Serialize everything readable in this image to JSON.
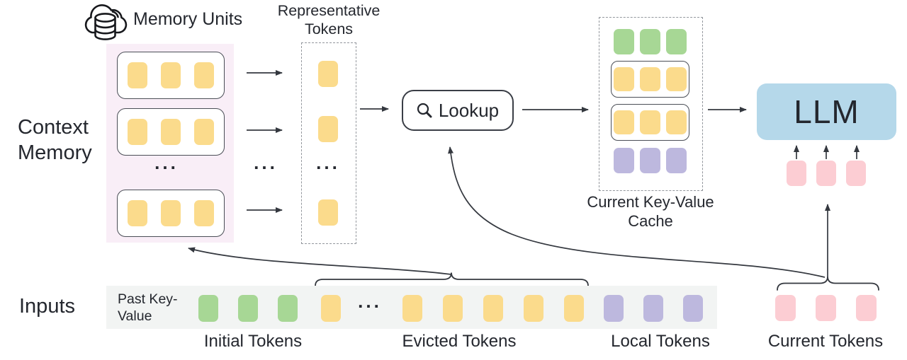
{
  "palette": {
    "token_yellow": "#FBDB8C",
    "token_green": "#A7D795",
    "token_purple": "#BDB8DE",
    "token_pink": "#FCCDD3",
    "llm_blue": "#B5D8EA",
    "memory_bg": "#F9EEF7",
    "strip_bg": "#F2F4F3",
    "line": "#34383F",
    "text": "#24272E"
  },
  "labels": {
    "memory_units": "Memory Units",
    "representative_tokens": "Representative Tokens",
    "context_memory": "Context Memory",
    "lookup": "Lookup",
    "current_kv_cache": "Current Key-Value Cache",
    "llm": "LLM",
    "inputs": "Inputs",
    "past_key_value": "Past Key-Value",
    "initial_tokens": "Initial Tokens",
    "evicted_tokens": "Evicted Tokens",
    "local_tokens": "Local Tokens",
    "current_tokens": "Current Tokens",
    "ellipsis": "..."
  },
  "icons": {
    "cloud_database": "cloud-with-database-cylinder",
    "magnifier": "magnifying-glass"
  },
  "tokens": {
    "memory_units": [
      [
        "yellow",
        "yellow",
        "yellow"
      ],
      [
        "yellow",
        "yellow",
        "yellow"
      ],
      [
        "yellow",
        "yellow",
        "yellow"
      ]
    ],
    "representative_top": [
      "yellow",
      "yellow"
    ],
    "representative_bottom": [
      "yellow"
    ],
    "cache_rows": [
      {
        "boxed": false,
        "tokens": [
          "green",
          "green",
          "green"
        ]
      },
      {
        "boxed": true,
        "tokens": [
          "yellow",
          "yellow",
          "yellow"
        ]
      },
      {
        "boxed": true,
        "tokens": [
          "yellow",
          "yellow",
          "yellow"
        ]
      },
      {
        "boxed": false,
        "tokens": [
          "purple",
          "purple",
          "purple"
        ]
      }
    ],
    "llm_inputs": [
      "pink",
      "pink",
      "pink"
    ],
    "strip_initial": [
      "green",
      "green",
      "green"
    ],
    "strip_evicted_before_ellipsis": [
      "yellow"
    ],
    "strip_evicted_after_ellipsis": [
      "yellow",
      "yellow",
      "yellow",
      "yellow",
      "yellow"
    ],
    "strip_local": [
      "purple",
      "purple",
      "purple"
    ],
    "current": [
      "pink",
      "pink",
      "pink"
    ]
  }
}
